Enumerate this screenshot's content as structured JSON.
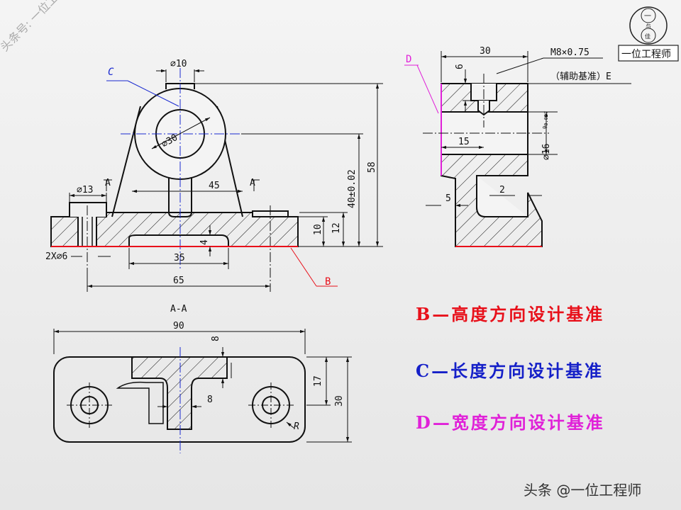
{
  "watermark": "头条号: 一位工程师",
  "logo": {
    "text": "一位工程师",
    "seal": [
      "一",
      "与",
      "佳"
    ]
  },
  "footer": "头条 @一位工程师",
  "legend": {
    "b": {
      "text": "B—高度方向设计基准",
      "color": "#e8101a"
    },
    "c": {
      "text": "C—长度方向设计基准",
      "color": "#1520c8"
    },
    "d": {
      "text": "D—宽度方向设计基准",
      "color": "#e020d8"
    }
  },
  "front_view": {
    "label_c": "C",
    "label_b": "B",
    "section_mark": "A",
    "dims": {
      "d10": "⌀10",
      "d30": "⌀30",
      "d13": "⌀13",
      "w45": "45",
      "w35": "35",
      "w65": "65",
      "h4": "4",
      "h10": "10",
      "h12": "12",
      "h40": "40±0.02",
      "h58": "58",
      "holes": "2X⌀6"
    }
  },
  "side_view": {
    "label_d": "D",
    "thread": "M8×0.75",
    "aux_datum": "（辅助基准）E",
    "dims": {
      "w30": "30",
      "h6": "6",
      "w15": "15",
      "d16": "⌀16",
      "tol": "+0.027",
      "tol0": "0",
      "w5": "5",
      "w2": "2"
    }
  },
  "section_view": {
    "title": "A-A",
    "dims": {
      "w90": "90",
      "h8": "8",
      "w8": "8",
      "h17": "17",
      "h30": "30",
      "r": "R"
    }
  },
  "colors": {
    "line": "#111111",
    "centerline": "#1a2ad0",
    "datum_b": "#e8101a",
    "datum_d": "#e020d8"
  }
}
